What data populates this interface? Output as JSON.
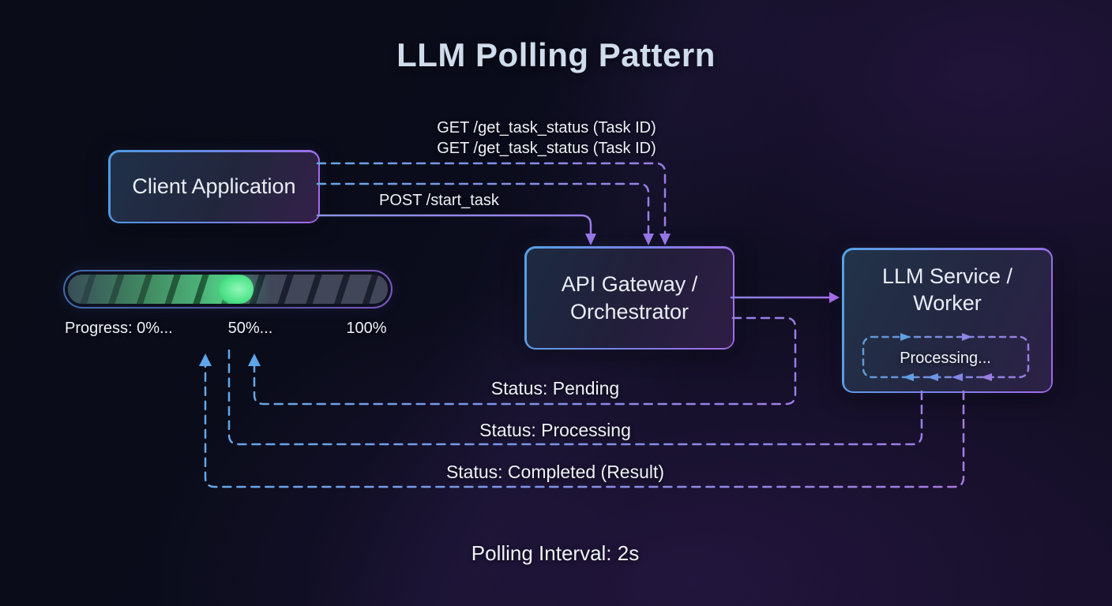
{
  "title": "LLM Polling Pattern",
  "nodes": {
    "client": {
      "label": "Client Application"
    },
    "gateway": {
      "label_line1": "API Gateway /",
      "label_line2": "Orchestrator"
    },
    "llm": {
      "label_line1": "LLM Service /",
      "label_line2": "Worker",
      "loop_label": "Processing..."
    }
  },
  "messages": {
    "get_request_1": "GET /get_task_status (Task ID)",
    "get_request_2": "GET /get_task_status (Task ID)",
    "post_request": "POST /start_task",
    "status_pending": "Status: Pending",
    "status_processing": "Status: Processing",
    "status_completed": "Status: Completed (Result)"
  },
  "progress": {
    "label_start": "Progress: 0%...",
    "label_mid": "50%...",
    "label_end": "100%",
    "fill_percent": 58
  },
  "footer": "Polling Interval: 2s",
  "colors": {
    "accent_blue": "#57a0e4",
    "accent_purple": "#a26ae8",
    "progress_green": "#52e58c",
    "background_dark": "#0b0c1c",
    "title_text": "#cfdcec"
  }
}
